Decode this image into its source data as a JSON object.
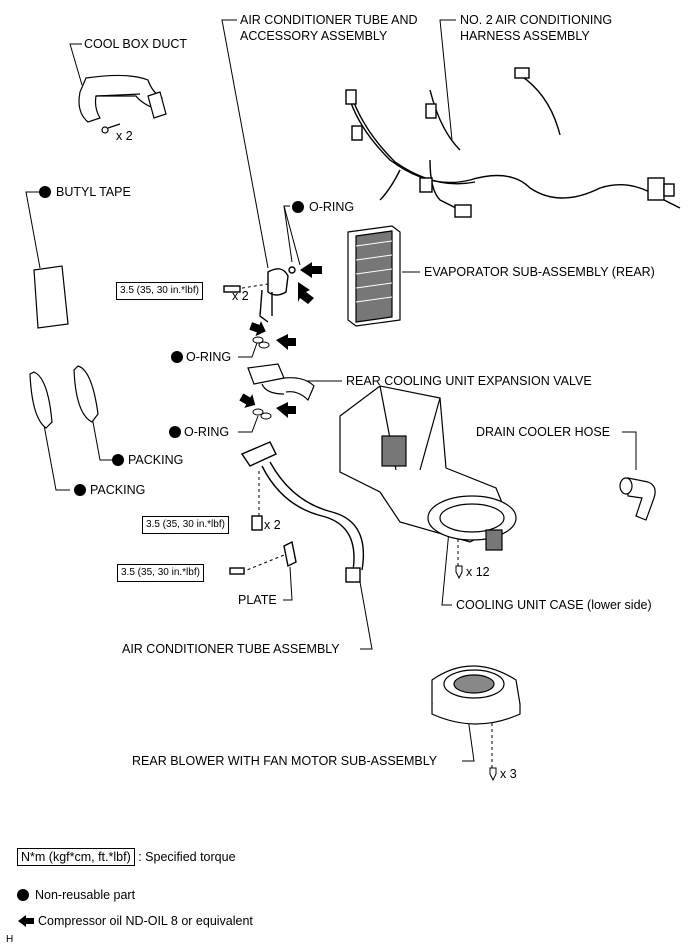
{
  "labels": {
    "cool_box_duct": "COOL BOX DUCT",
    "ac_tube_accessory": "AIR CONDITIONER TUBE AND\nACCESSORY ASSEMBLY",
    "ac_tube_accessory_l1": "AIR CONDITIONER TUBE AND",
    "ac_tube_accessory_l2": "ACCESSORY ASSEMBLY",
    "harness_l1": "NO. 2 AIR CONDITIONING",
    "harness_l2": "HARNESS ASSEMBLY",
    "butyl_tape": "BUTYL TAPE",
    "o_ring_1": "O-RING",
    "o_ring_2": "O-RING",
    "o_ring_3": "O-RING",
    "evaporator": "EVAPORATOR SUB-ASSEMBLY (REAR)",
    "expansion_valve": "REAR COOLING UNIT EXPANSION VALVE",
    "drain_cooler_hose": "DRAIN COOLER HOSE",
    "packing_1": "PACKING",
    "packing_2": "PACKING",
    "plate": "PLATE",
    "cooling_unit_case": "COOLING UNIT CASE (lower side)",
    "ac_tube_assembly": "AIR CONDITIONER TUBE ASSEMBLY",
    "rear_blower": "REAR BLOWER WITH FAN MOTOR SUB-ASSEMBLY"
  },
  "quantities": {
    "duct_screws": "x 2",
    "tube_bolt_top": "x 2",
    "tube_bolt_mid": "x 2",
    "case_screws": "x 12",
    "blower_screws": "x 3"
  },
  "torques": {
    "t1": "3.5 (35, 30 in.*lbf)",
    "t2": "3.5 (35, 30 in.*lbf)",
    "t3": "3.5 (35, 30 in.*lbf)"
  },
  "legend": {
    "torque_box": "N*m (kgf*cm, ft.*lbf)",
    "torque_text": ": Specified torque",
    "nonreusable": "Non-reusable part",
    "oil": "Compressor oil ND-OIL 8 or equivalent"
  },
  "corner_mark": "H"
}
